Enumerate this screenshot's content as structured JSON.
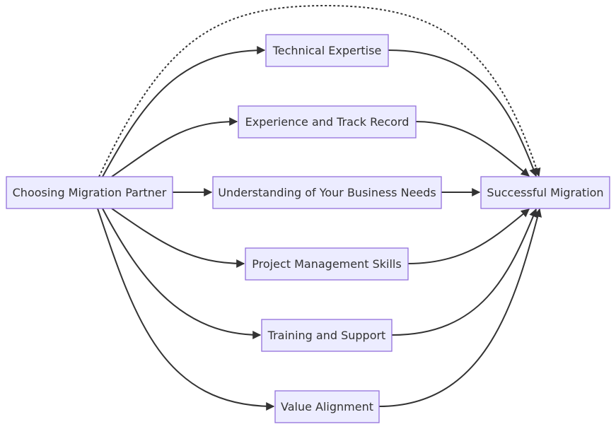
{
  "diagram": {
    "type": "flowchart",
    "colors": {
      "node_fill": "#ECECFF",
      "node_stroke": "#9370DB",
      "edge": "#333333"
    },
    "nodes": {
      "start": "Choosing Migration Partner",
      "tech": "Technical Expertise",
      "exp": "Experience and Track Record",
      "understanding": "Understanding of Your Business Needs",
      "pm": "Project Management Skills",
      "training": "Training and Support",
      "value": "Value Alignment",
      "end": "Successful Migration"
    },
    "edges": [
      {
        "from": "start",
        "to": "tech",
        "style": "solid"
      },
      {
        "from": "start",
        "to": "exp",
        "style": "solid"
      },
      {
        "from": "start",
        "to": "understanding",
        "style": "solid"
      },
      {
        "from": "start",
        "to": "pm",
        "style": "solid"
      },
      {
        "from": "start",
        "to": "training",
        "style": "solid"
      },
      {
        "from": "start",
        "to": "value",
        "style": "solid"
      },
      {
        "from": "tech",
        "to": "end",
        "style": "solid"
      },
      {
        "from": "exp",
        "to": "end",
        "style": "solid"
      },
      {
        "from": "understanding",
        "to": "end",
        "style": "solid"
      },
      {
        "from": "pm",
        "to": "end",
        "style": "solid"
      },
      {
        "from": "training",
        "to": "end",
        "style": "solid"
      },
      {
        "from": "value",
        "to": "end",
        "style": "solid"
      },
      {
        "from": "start",
        "to": "end",
        "style": "dotted"
      }
    ]
  }
}
